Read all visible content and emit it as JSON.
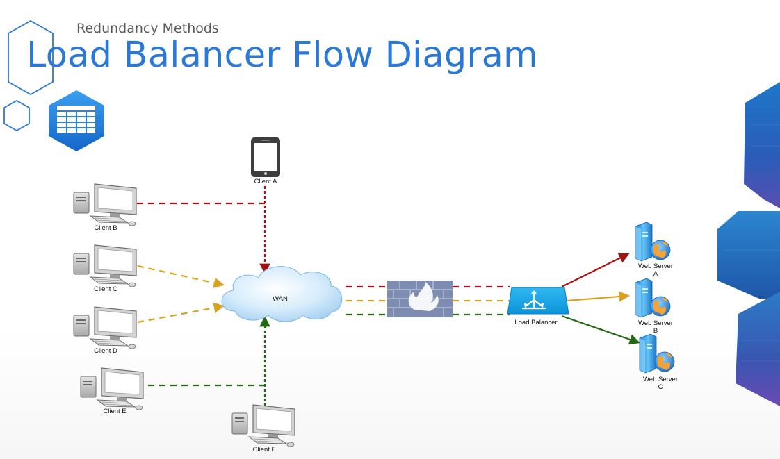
{
  "header": {
    "subtitle": "Redundancy Methods",
    "title": "Load Balancer Flow Diagram"
  },
  "diagram": {
    "clients": {
      "a": "Client A",
      "b": "Client B",
      "c": "Client C",
      "d": "Client D",
      "e": "Client E",
      "f": "Client F"
    },
    "wan": "WAN",
    "load_balancer": "Load Balancer",
    "servers": {
      "a": [
        "Web Server",
        "A"
      ],
      "b": [
        "Web Server",
        "B"
      ],
      "c": [
        "Web Server",
        "C"
      ]
    },
    "colors": {
      "red": "#a81010",
      "amber": "#d9a21a",
      "green": "#1f6a10",
      "accent": "#2b78d6"
    },
    "icons": [
      "hexagon-outline-icon",
      "table-icon",
      "tablet-icon",
      "desktop-computer-icon",
      "cloud-icon",
      "firewall-icon",
      "load-balancer-icon",
      "web-server-icon"
    ]
  }
}
